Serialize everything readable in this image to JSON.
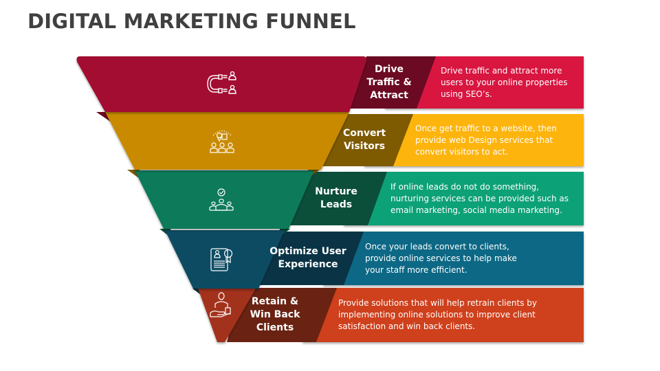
{
  "title": "DIGITAL MARKETING FUNNEL",
  "stages": [
    {
      "label": "Drive Traffic & Attract",
      "label_lines": [
        "Drive",
        "Traffic &",
        "Attract"
      ],
      "description": "Drive traffic and attract more users to your online properties using SEO’s.",
      "icon": "magnet-users-icon",
      "colors": {
        "funnel": "#A31032",
        "label": "#6B0A22",
        "band": "#D8153F"
      }
    },
    {
      "label": "Convert Visitors",
      "label_lines": [
        "Convert",
        "Visitors"
      ],
      "description": "Once get traffic to a website, then provide web Design services that convert visitors to act.",
      "icon": "location-team-icon",
      "colors": {
        "funnel": "#C98A00",
        "label": "#7E5A00",
        "band": "#FDB40E"
      }
    },
    {
      "label": "Nurture Leads",
      "label_lines": [
        "Nurture",
        "Leads"
      ],
      "description": "If online leads do not do something, nurturing services can be provided such as email marketing, social media marketing.",
      "icon": "team-check-icon",
      "colors": {
        "funnel": "#087A5A",
        "label": "#0B4E3A",
        "band": "#0BA177"
      }
    },
    {
      "label": "Optimize User Experience",
      "label_lines": [
        "Optimize User",
        "Experience"
      ],
      "description": "Once your leads convert to clients, provide online services to help make your staff more efficient.",
      "icon": "certificate-profile-icon",
      "colors": {
        "funnel": "#0E4C63",
        "label": "#0A3445",
        "band": "#0F6885"
      }
    },
    {
      "label": "Retain & Win Back Clients",
      "label_lines": [
        "Retain &",
        "Win Back",
        "Clients"
      ],
      "description": "Provide solutions that will help retrain clients by implementing online solutions to improve client satisfaction and win back clients.",
      "icon": "hand-offering-person-icon",
      "colors": {
        "funnel": "#A3321A",
        "label": "#6A2212",
        "band": "#CF411C"
      }
    }
  ]
}
